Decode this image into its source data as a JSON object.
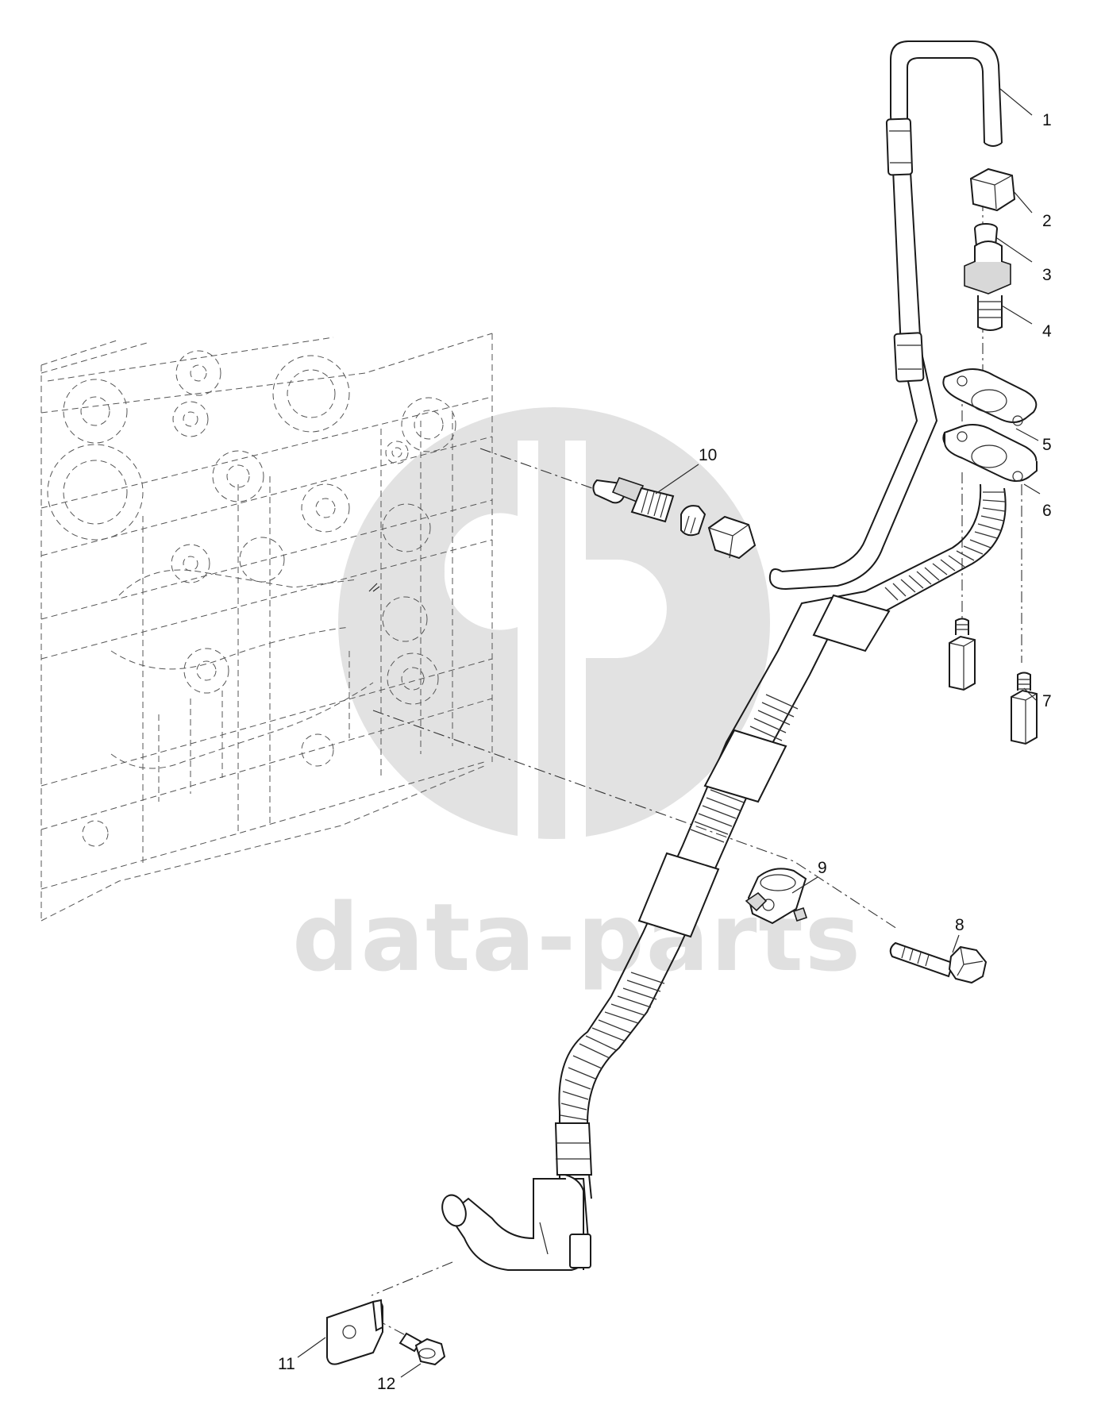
{
  "watermark": {
    "text": "data-parts"
  },
  "header_mark": "",
  "callouts": [
    {
      "id": "callout-1",
      "label": "1"
    },
    {
      "id": "callout-2",
      "label": "2"
    },
    {
      "id": "callout-3",
      "label": "3"
    },
    {
      "id": "callout-4",
      "label": "4"
    },
    {
      "id": "callout-5",
      "label": "5"
    },
    {
      "id": "callout-6",
      "label": "6"
    },
    {
      "id": "callout-7",
      "label": "7"
    },
    {
      "id": "callout-8",
      "label": "8"
    },
    {
      "id": "callout-9",
      "label": "9"
    },
    {
      "id": "callout-10",
      "label": "10"
    },
    {
      "id": "callout-11",
      "label": "11"
    },
    {
      "id": "callout-12",
      "label": "12"
    }
  ],
  "colors": {
    "line": "#1a1a1a",
    "watermark": "#e0e0e0",
    "background": "#ffffff"
  }
}
